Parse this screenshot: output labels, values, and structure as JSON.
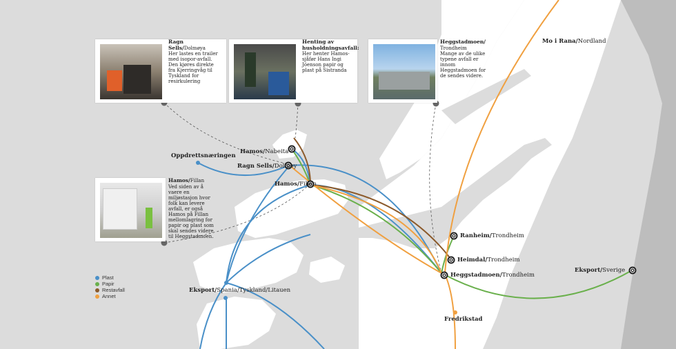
{
  "colors": {
    "plast": "#4a90c8",
    "papir": "#6ab04c",
    "restavfall": "#8b5a2b",
    "annet": "#f0a040",
    "sea": "#dcdcdc",
    "land": "#ffffff",
    "sweden": "#bdbdbd",
    "dark_land": "#9a9a9a"
  },
  "cards": [
    {
      "title": "Ragn Sells/",
      "sub": "Dolmøya",
      "text": "Her lastes en trailer med isopor-avfall. Den kjøres direkte fra Kjerringvåg til Tyskland for resirkulering"
    },
    {
      "title": "Henting av husholdningsavfall:",
      "sub": "",
      "text": "Her henter Hamos-sjåfør Hans Ingi Jóenson papir og plast på Sistranda"
    },
    {
      "title": "Heggstadmoen/",
      "sub": "Trondheim",
      "text": "Mange av de ulike typene avfall er innom Heggstadmoen for de sendes videre."
    },
    {
      "title": "Hamos/",
      "sub": "Fillan",
      "text": "Ved siden av å vaere en miljøstasjon hvor folk kan levere avfall, er også Hamos på Fillan mellomlagring for papir og plast som skal sendes videre til Heggstadmoen."
    }
  ],
  "places": {
    "nabeita": {
      "bold": "Hamos/",
      "rest": "Nabeita"
    },
    "dolmoy": {
      "bold": "Ragn Sells/",
      "rest": "Dolmøy"
    },
    "fillan": {
      "bold": "Hamos/",
      "rest": "Fillan"
    },
    "oppdrett": {
      "bold": "Oppdrettsnæringen",
      "rest": ""
    },
    "eksport_spania": {
      "bold": "Eksport/",
      "rest": "Spania/Tyskland/Litauen"
    },
    "ranheim": {
      "bold": "Ranheim/",
      "rest": "Trondheim"
    },
    "heimdal": {
      "bold": "Heimdal/",
      "rest": "Trondheim"
    },
    "heggstadmoen": {
      "bold": "Heggstadmoen/",
      "rest": "Trondheim"
    },
    "fredrikstad": {
      "bold": "Fredrikstad",
      "rest": ""
    },
    "eksport_sverige": {
      "bold": "Eksport/",
      "rest": "Sverige"
    },
    "mo_i_rana": {
      "bold": "Mo i Rana/",
      "rest": "Nordland"
    }
  },
  "legend": [
    {
      "label": "Plast",
      "color": "#4a90c8"
    },
    {
      "label": "Papir",
      "color": "#6ab04c"
    },
    {
      "label": "Restavfall",
      "color": "#8b5a2b"
    },
    {
      "label": "Annet",
      "color": "#f0a040"
    }
  ]
}
